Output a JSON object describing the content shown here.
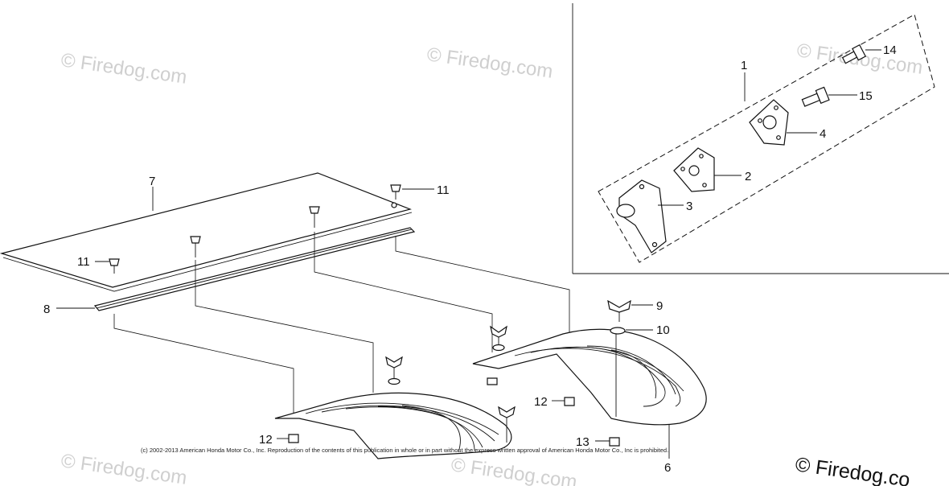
{
  "callouts": [
    {
      "id": "1",
      "label": "1"
    },
    {
      "id": "14",
      "label": "14"
    },
    {
      "id": "15",
      "label": "15"
    },
    {
      "id": "4",
      "label": "4"
    },
    {
      "id": "2",
      "label": "2"
    },
    {
      "id": "3",
      "label": "3"
    },
    {
      "id": "7",
      "label": "7"
    },
    {
      "id": "11a",
      "label": "11"
    },
    {
      "id": "11b",
      "label": "11"
    },
    {
      "id": "8",
      "label": "8"
    },
    {
      "id": "9",
      "label": "9"
    },
    {
      "id": "10",
      "label": "10"
    },
    {
      "id": "12a",
      "label": "12"
    },
    {
      "id": "12b",
      "label": "12"
    },
    {
      "id": "13",
      "label": "13"
    },
    {
      "id": "6",
      "label": "6"
    }
  ],
  "watermarks": {
    "text": "© Firedog.com",
    "corner": "© Firedog.co"
  },
  "copyright": "(c) 2002-2013 American Honda Motor Co., Inc. Reproduction of the contents of this publication in whole or in part without the express written approval of American Honda Motor Co., Inc is prohibited."
}
